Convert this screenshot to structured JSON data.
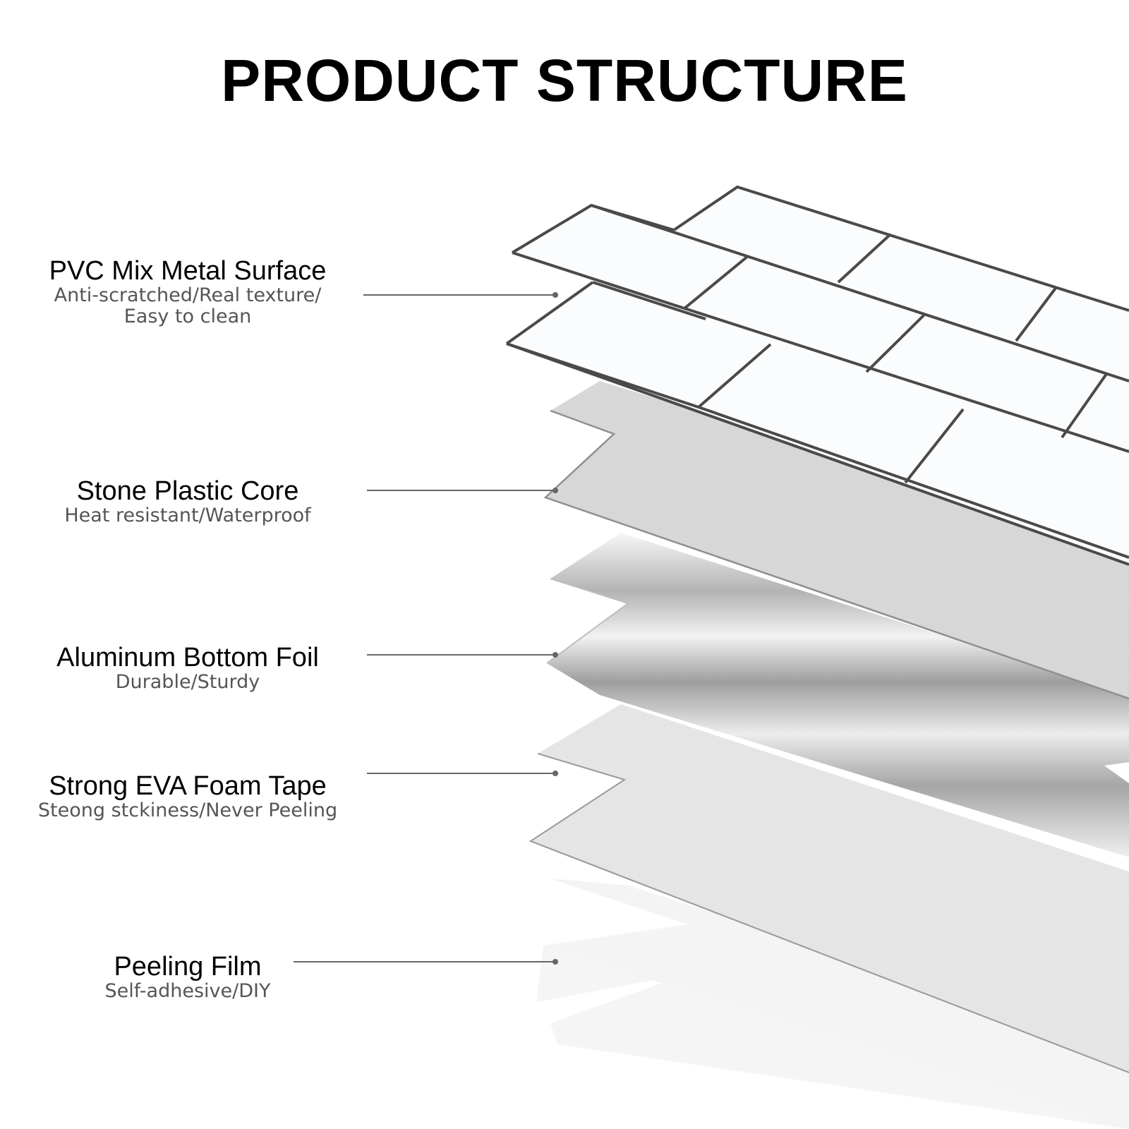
{
  "title": "PRODUCT STRUCTURE",
  "layers": [
    {
      "name": "PVC Mix Metal Surface",
      "description_lines": [
        "Anti-scratched/Real texture/",
        "Easy to clean"
      ]
    },
    {
      "name": "Stone Plastic Core",
      "description_lines": [
        "Heat resistant/Waterproof"
      ]
    },
    {
      "name": "Aluminum Bottom Foil",
      "description_lines": [
        "Durable/Sturdy"
      ]
    },
    {
      "name": "Strong EVA Foam Tape",
      "description_lines": [
        "Steong stckiness/Never Peeling"
      ]
    },
    {
      "name": "Peeling Film",
      "description_lines": [
        "Self-adhesive/DIY"
      ]
    }
  ],
  "colors": {
    "tile_face": "#fbfcfd",
    "grout": "#4a4a4a",
    "stone_core": "#d9d9d9",
    "aluminum_light": "#eeeeee",
    "aluminum_dark": "#a8a8a8",
    "foam": "#e6e6e6",
    "peeling_film": "#f1f1f1",
    "leader_line": "#666666"
  }
}
